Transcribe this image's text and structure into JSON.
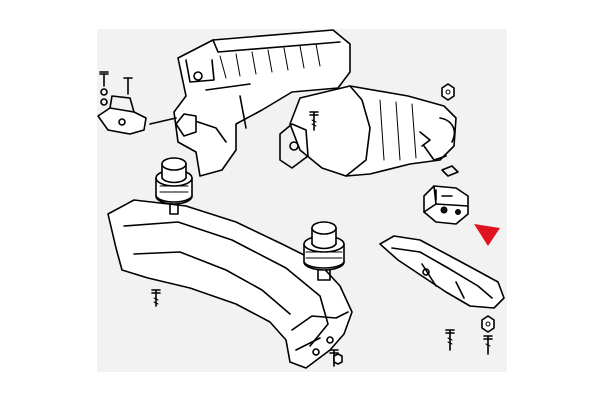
{
  "figure": {
    "subject_icon": "engine-transmission-mount-exploded-diagram",
    "background_color": "#ffffff",
    "panel_color": "#f2f2f2",
    "line_color": "#000000",
    "marker_color": "#e0141e",
    "parts": [
      {
        "id": "engine-block-icon"
      },
      {
        "id": "transmission-housing-icon"
      },
      {
        "id": "front-crossmember-icon"
      },
      {
        "id": "left-engine-mount-icon"
      },
      {
        "id": "right-engine-mount-icon"
      },
      {
        "id": "left-bracket-icon"
      },
      {
        "id": "rear-transmission-mount-icon"
      },
      {
        "id": "transmission-crossmember-icon"
      },
      {
        "id": "bolt-icon"
      },
      {
        "id": "nut-icon"
      }
    ],
    "highlight_marker": {
      "shape": "triangle-pointer",
      "target": "rear-transmission-mount"
    }
  }
}
